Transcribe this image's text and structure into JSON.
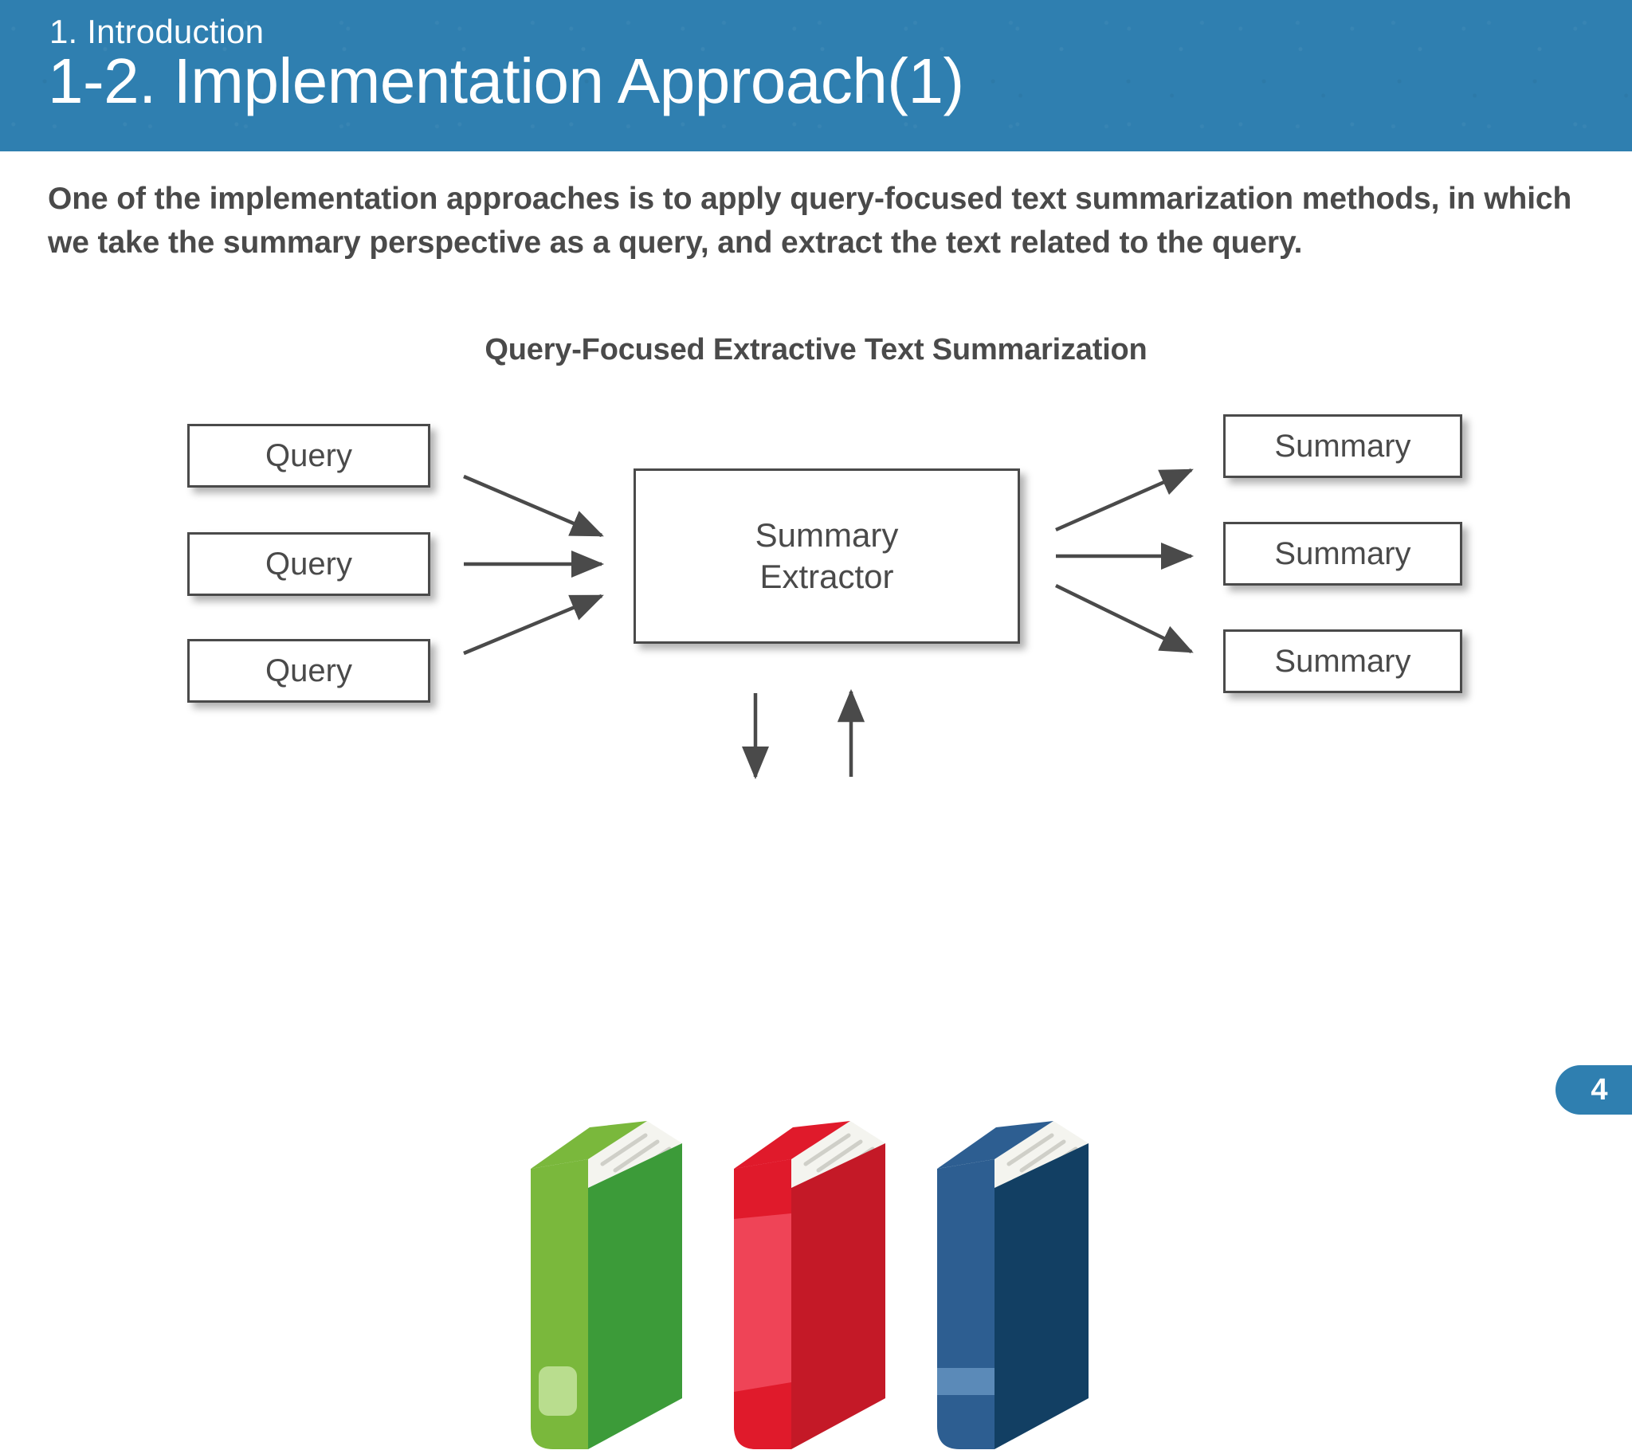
{
  "header": {
    "section": "1. Introduction",
    "title": "1-2. Implementation Approach(1)",
    "bg_color": "#2f7fb0",
    "text_color": "#ffffff"
  },
  "lead_paragraph": "One of the implementation approaches is to apply query-focused text summarization methods, in which we take the summary perspective as a query, and extract the text related to the query.",
  "diagram": {
    "title": "Query-Focused Extractive Text Summarization",
    "inputs": [
      {
        "label": "Query"
      },
      {
        "label": "Query"
      },
      {
        "label": "Query"
      }
    ],
    "processor": {
      "line1": "Summary",
      "line2": "Extractor"
    },
    "outputs": [
      {
        "label": "Summary"
      },
      {
        "label": "Summary"
      },
      {
        "label": "Summary"
      }
    ],
    "stroke_color": "#4a4a4a",
    "fill_color": "#ffffff"
  },
  "books": [
    {
      "name": "green-book",
      "spine": "#7ab83c",
      "cover": "#3c9b39",
      "label": "#b9dd8e",
      "band": null
    },
    {
      "name": "red-book",
      "spine": "#ef4457",
      "cover": "#c41927",
      "label": null,
      "band": "#e01a2b"
    },
    {
      "name": "blue-book",
      "spine": "#2d5e91",
      "cover": "#123f63",
      "label": null,
      "band": "#5b8ab8"
    }
  ],
  "page_badge": {
    "number": "4",
    "bg_color": "#2f7fb0"
  }
}
